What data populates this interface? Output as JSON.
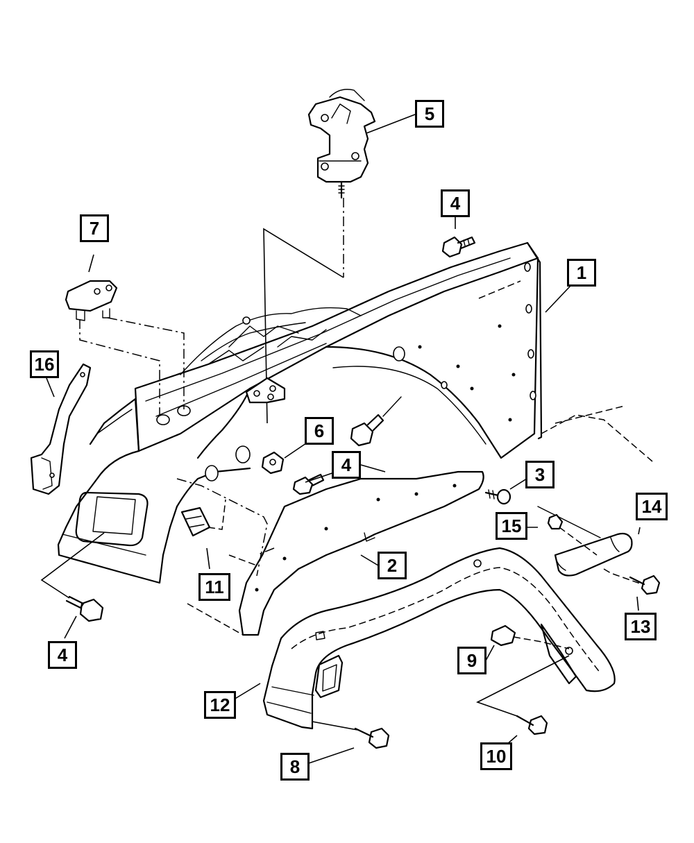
{
  "diagram": {
    "callouts": [
      {
        "id": "c1",
        "label": "1"
      },
      {
        "id": "c2",
        "label": "2"
      },
      {
        "id": "c3",
        "label": "3"
      },
      {
        "id": "c4a",
        "label": "4"
      },
      {
        "id": "c4b",
        "label": "4"
      },
      {
        "id": "c4c",
        "label": "4"
      },
      {
        "id": "c5",
        "label": "5"
      },
      {
        "id": "c6",
        "label": "6"
      },
      {
        "id": "c7",
        "label": "7"
      },
      {
        "id": "c8",
        "label": "8"
      },
      {
        "id": "c9",
        "label": "9"
      },
      {
        "id": "c10",
        "label": "10"
      },
      {
        "id": "c11",
        "label": "11"
      },
      {
        "id": "c12",
        "label": "12"
      },
      {
        "id": "c13",
        "label": "13"
      },
      {
        "id": "c14",
        "label": "14"
      },
      {
        "id": "c15",
        "label": "15"
      },
      {
        "id": "c16",
        "label": "16"
      }
    ]
  }
}
